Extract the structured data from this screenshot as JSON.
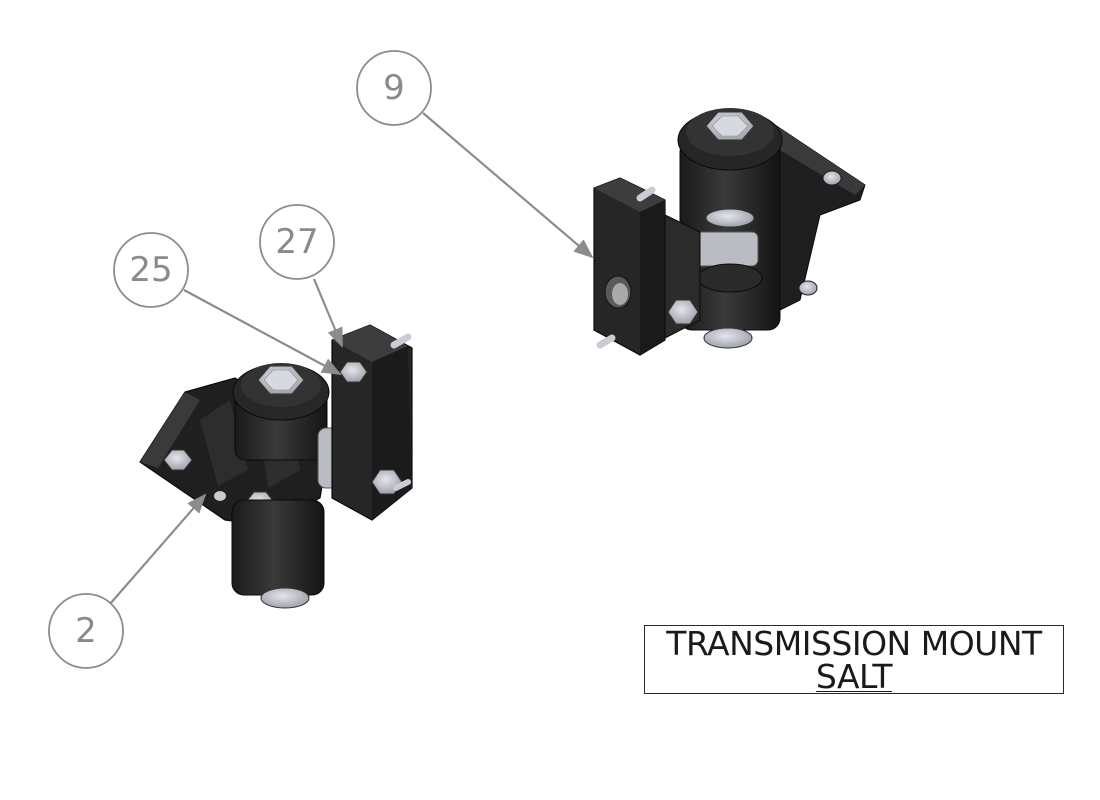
{
  "title_block": {
    "line1": "TRANSMISSION MOUNT",
    "line2": "SALT"
  },
  "balloons": [
    {
      "id": "balloon-9",
      "label": "9"
    },
    {
      "id": "balloon-27",
      "label": "27"
    },
    {
      "id": "balloon-25",
      "label": "25"
    },
    {
      "id": "balloon-2",
      "label": "2"
    }
  ],
  "colors": {
    "part_dark": "#1c1c1c",
    "part_mid": "#2e2e2e",
    "metal": "#c9ccd3",
    "leader": "#8c8c8c",
    "balloon_stroke": "#8c8c8c",
    "balloon_text": "#8a8a8a"
  }
}
